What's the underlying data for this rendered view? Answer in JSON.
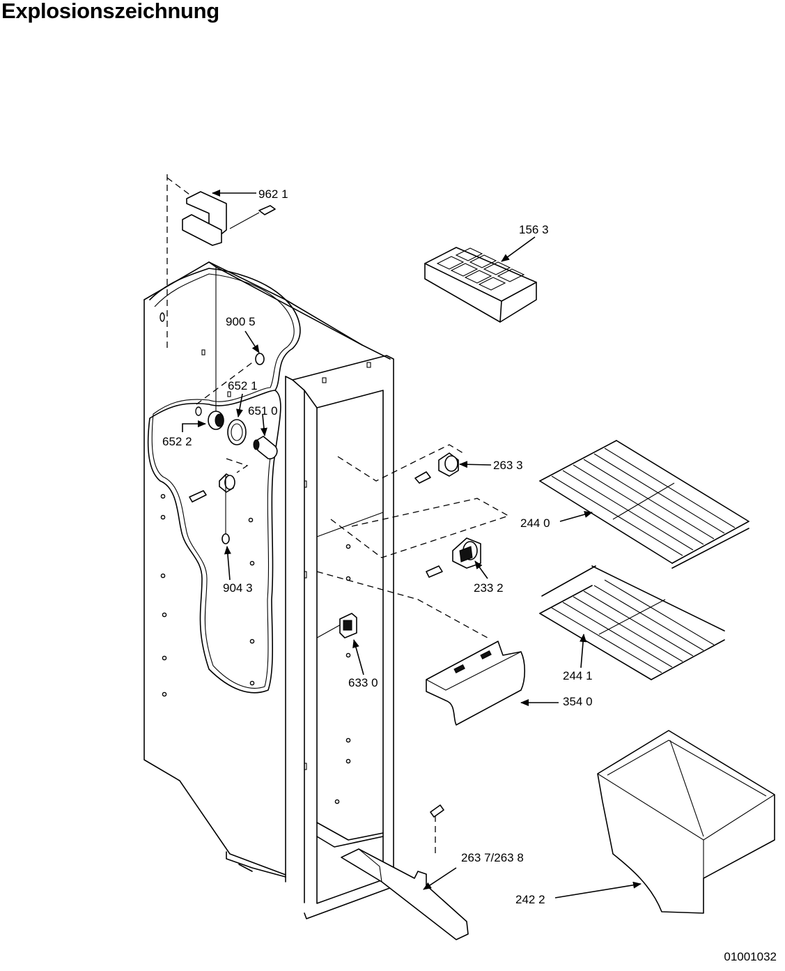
{
  "title": "Explosionszeichnung",
  "drawing_number": "01001032",
  "callouts": [
    {
      "id": "9621",
      "text": "962 1"
    },
    {
      "id": "1563",
      "text": "156 3"
    },
    {
      "id": "9005",
      "text": "900 5"
    },
    {
      "id": "6521",
      "text": "652 1"
    },
    {
      "id": "6510",
      "text": "651 0"
    },
    {
      "id": "6522",
      "text": "652 2"
    },
    {
      "id": "2633",
      "text": "263 3"
    },
    {
      "id": "2440",
      "text": "244 0"
    },
    {
      "id": "2332",
      "text": "233 2"
    },
    {
      "id": "9043",
      "text": "904 3"
    },
    {
      "id": "2441",
      "text": "244 1"
    },
    {
      "id": "6330",
      "text": "633 0"
    },
    {
      "id": "3540",
      "text": "354 0"
    },
    {
      "id": "26378",
      "text": "263 7/263 8"
    },
    {
      "id": "2422",
      "text": "242 2"
    }
  ]
}
